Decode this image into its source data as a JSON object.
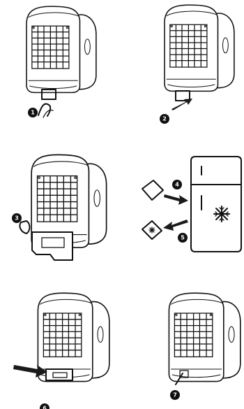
{
  "steps": [
    {
      "id": "s1",
      "number": "1"
    },
    {
      "id": "s2",
      "number": "2"
    },
    {
      "id": "s3",
      "number": "3"
    },
    {
      "id": "s4",
      "number": "4"
    },
    {
      "id": "s5",
      "number": "5"
    },
    {
      "id": "s6",
      "number": "6"
    },
    {
      "id": "s7",
      "number": "7"
    }
  ],
  "icons": {
    "appliance": "air-cooler-icon",
    "freezer": "refrigerator-icon",
    "ice_pack": "ice-pack-icon",
    "snowflake": "snowflake-icon"
  }
}
